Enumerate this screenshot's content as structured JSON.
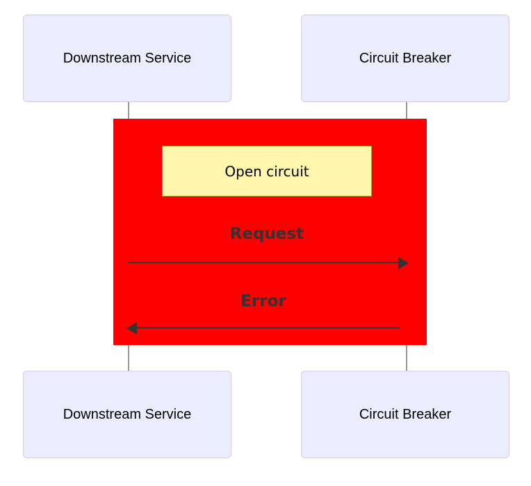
{
  "diagram": {
    "type": "sequence-diagram",
    "title": "",
    "colors": {
      "participant_fill": "#ececff",
      "participant_border": "#d6cbe8",
      "lifeline": "#999999",
      "highlight_background": "#ff0000",
      "note_fill": "#fff5ad",
      "note_border": "#aaaa33",
      "message_text": "#333333",
      "arrow": "#333333",
      "page_background": "#ffffff"
    },
    "participants": [
      {
        "id": "downstream-service",
        "label": "Downstream Service"
      },
      {
        "id": "circuit-breaker",
        "label": "Circuit Breaker"
      }
    ],
    "participants_bottom": [
      {
        "id": "downstream-service",
        "label": "Downstream Service"
      },
      {
        "id": "circuit-breaker",
        "label": "Circuit Breaker"
      }
    ],
    "highlight": {
      "label": "",
      "color": "#ff0000"
    },
    "notes": [
      {
        "id": "open-circuit-note",
        "label": "Open circuit",
        "over": "downstream-service,circuit-breaker"
      }
    ],
    "messages": [
      {
        "id": "request",
        "label": "Request",
        "from": "downstream-service",
        "to": "circuit-breaker",
        "direction": "right",
        "arrow": "solid"
      },
      {
        "id": "error",
        "label": "Error",
        "from": "circuit-breaker",
        "to": "downstream-service",
        "direction": "left",
        "arrow": "solid"
      }
    ]
  }
}
